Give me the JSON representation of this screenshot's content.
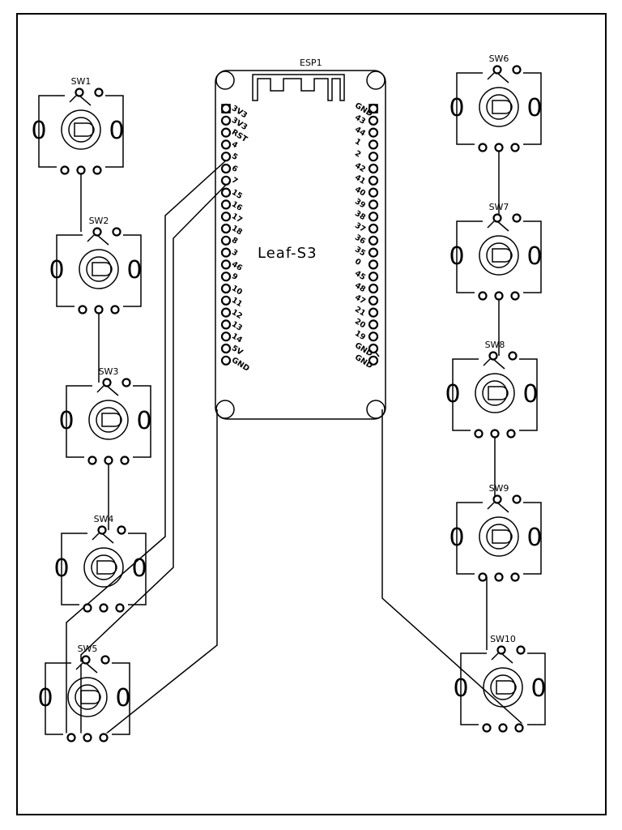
{
  "module": {
    "designator": "ESP1",
    "name": "Leaf-S3",
    "left_pins": [
      "3V3",
      "3V3",
      "RST",
      "4",
      "5",
      "6",
      "7",
      "15",
      "16",
      "17",
      "18",
      "8",
      "3",
      "46",
      "9",
      "10",
      "11",
      "12",
      "13",
      "14",
      "5V",
      "GND"
    ],
    "right_pins": [
      "GND",
      "43",
      "44",
      "1",
      "2",
      "42",
      "41",
      "40",
      "39",
      "38",
      "37",
      "36",
      "35",
      "0",
      "45",
      "48",
      "47",
      "21",
      "20",
      "19",
      "GND",
      "GND"
    ]
  },
  "switches": [
    {
      "ref": "SW1"
    },
    {
      "ref": "SW2"
    },
    {
      "ref": "SW3"
    },
    {
      "ref": "SW4"
    },
    {
      "ref": "SW5"
    },
    {
      "ref": "SW6"
    },
    {
      "ref": "SW7"
    },
    {
      "ref": "SW8"
    },
    {
      "ref": "SW9"
    },
    {
      "ref": "SW10"
    }
  ],
  "mounting_pad_glyph": "0"
}
